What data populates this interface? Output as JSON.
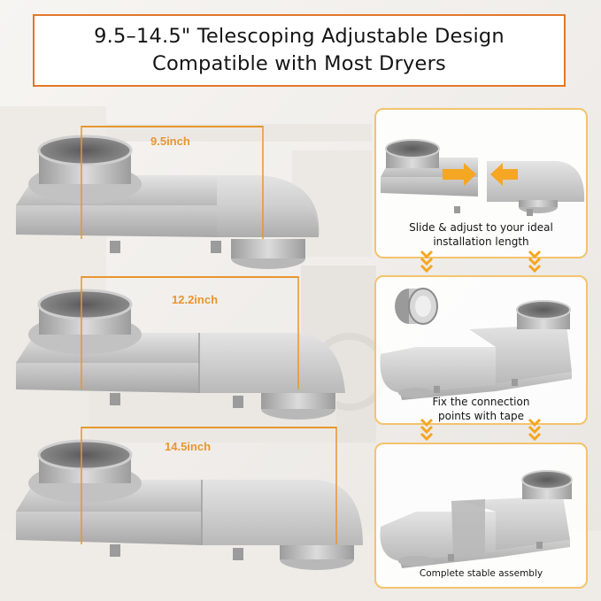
{
  "header": {
    "title_line1": "9.5–14.5\" Telescoping Adjustable Design",
    "title_line2": "Compatible with Most Dryers"
  },
  "measurements": [
    {
      "label": "9.5inch"
    },
    {
      "label": "12.2inch"
    },
    {
      "label": "14.5inch"
    }
  ],
  "steps": [
    {
      "caption_line1": "Slide & adjust to your ideal",
      "caption_line2": "installation length"
    },
    {
      "caption_line1": "Fix the connection",
      "caption_line2": "points with tape"
    },
    {
      "caption_line1": "Complete stable assembly"
    }
  ],
  "colors": {
    "accent_orange": "#e2772b",
    "measure_orange": "#e7962e",
    "card_border": "#f3c36e",
    "arrow_yellow": "#f5a623",
    "metal": "#c9c9c9"
  },
  "icons": [
    "slide-arrow-icon",
    "chevron-down-icon",
    "tape-roll-icon"
  ]
}
